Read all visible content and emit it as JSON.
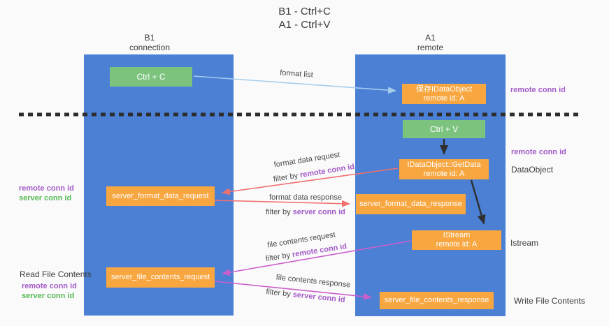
{
  "title": {
    "line1": "B1 - Ctrl+C",
    "line2": "A1 - Ctrl+V"
  },
  "lanes": {
    "left": {
      "name": "B1",
      "sub": "connection"
    },
    "right": {
      "name": "A1",
      "sub": "remote"
    }
  },
  "nodes": {
    "ctrl_c": "Ctrl + C",
    "store": {
      "line1": "保存IDataObject",
      "line2": "remote id: A"
    },
    "ctrl_v": "Ctrl + V",
    "getdata": {
      "line1": "IDataObject::GetData",
      "line2": "remote id: A"
    },
    "format_request": "server_format_data_request",
    "format_response": "server_format_data_response",
    "istream": {
      "line1": "IStream",
      "line2": "remote id: A"
    },
    "file_request": "server_file_contents_request",
    "file_response": "server_file_contents_response"
  },
  "edges": {
    "format_list": "format list",
    "format_request": {
      "label": "format data request",
      "filter_prefix": "filter by ",
      "filter_key": "remote conn id"
    },
    "format_response": {
      "label": "format data response",
      "filter_prefix": "filter by ",
      "filter_key": "server conn id"
    },
    "file_request": {
      "label": "file contents request",
      "filter_prefix": "filter by ",
      "filter_key": "remote conn id"
    },
    "file_response": {
      "label": "file contents response",
      "filter_prefix": "filter by ",
      "filter_key": "server conn id"
    }
  },
  "annotations": {
    "store_right": "remote conn id",
    "getdata_right_1": "remote conn id",
    "getdata_right_2": "DataObject",
    "left_mid_1": "remote conn id",
    "left_mid_2": "server conn id",
    "istream_right": "Istream",
    "read_file": "Read File Contents",
    "left_bottom_1": "remote conn id",
    "left_bottom_2": "server conn id",
    "write_file": "Write File Contents"
  },
  "colors": {
    "lane_blue": "#4b80d5",
    "node_green": "#7cc47e",
    "node_orange": "#f7a640",
    "arrow_light_blue": "#a6cdec",
    "arrow_red": "#f17070",
    "arrow_magenta": "#cc5ecb",
    "arrow_black": "#2f2f2f",
    "text_purple": "#a35cc8",
    "text_green": "#55b955",
    "background": "#fafafa"
  }
}
